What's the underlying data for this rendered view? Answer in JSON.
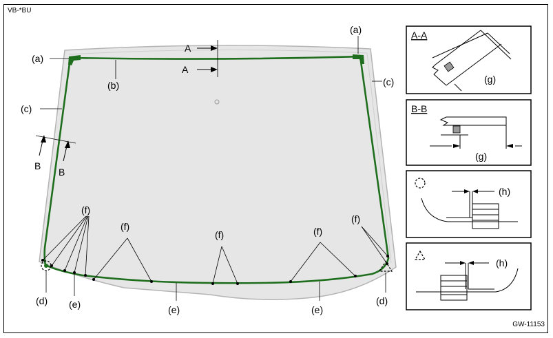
{
  "diagram": {
    "vehicle_code": "VB-*BU",
    "figure_code": "GW-11153",
    "main_labels": {
      "a": "(a)",
      "b": "(b)",
      "c": "(c)",
      "d": "(d)",
      "e": "(e)",
      "f": "(f)",
      "g": "(g)",
      "h": "(h)",
      "A": "A",
      "B": "B"
    },
    "insets": {
      "section_aa": "A-A",
      "section_bb": "B-B"
    },
    "colors": {
      "sealant": "#1e6e1e",
      "glass": "#e6e6e6",
      "glass_edge": "#b4b4b4",
      "pad": "#9a9a9a"
    }
  }
}
